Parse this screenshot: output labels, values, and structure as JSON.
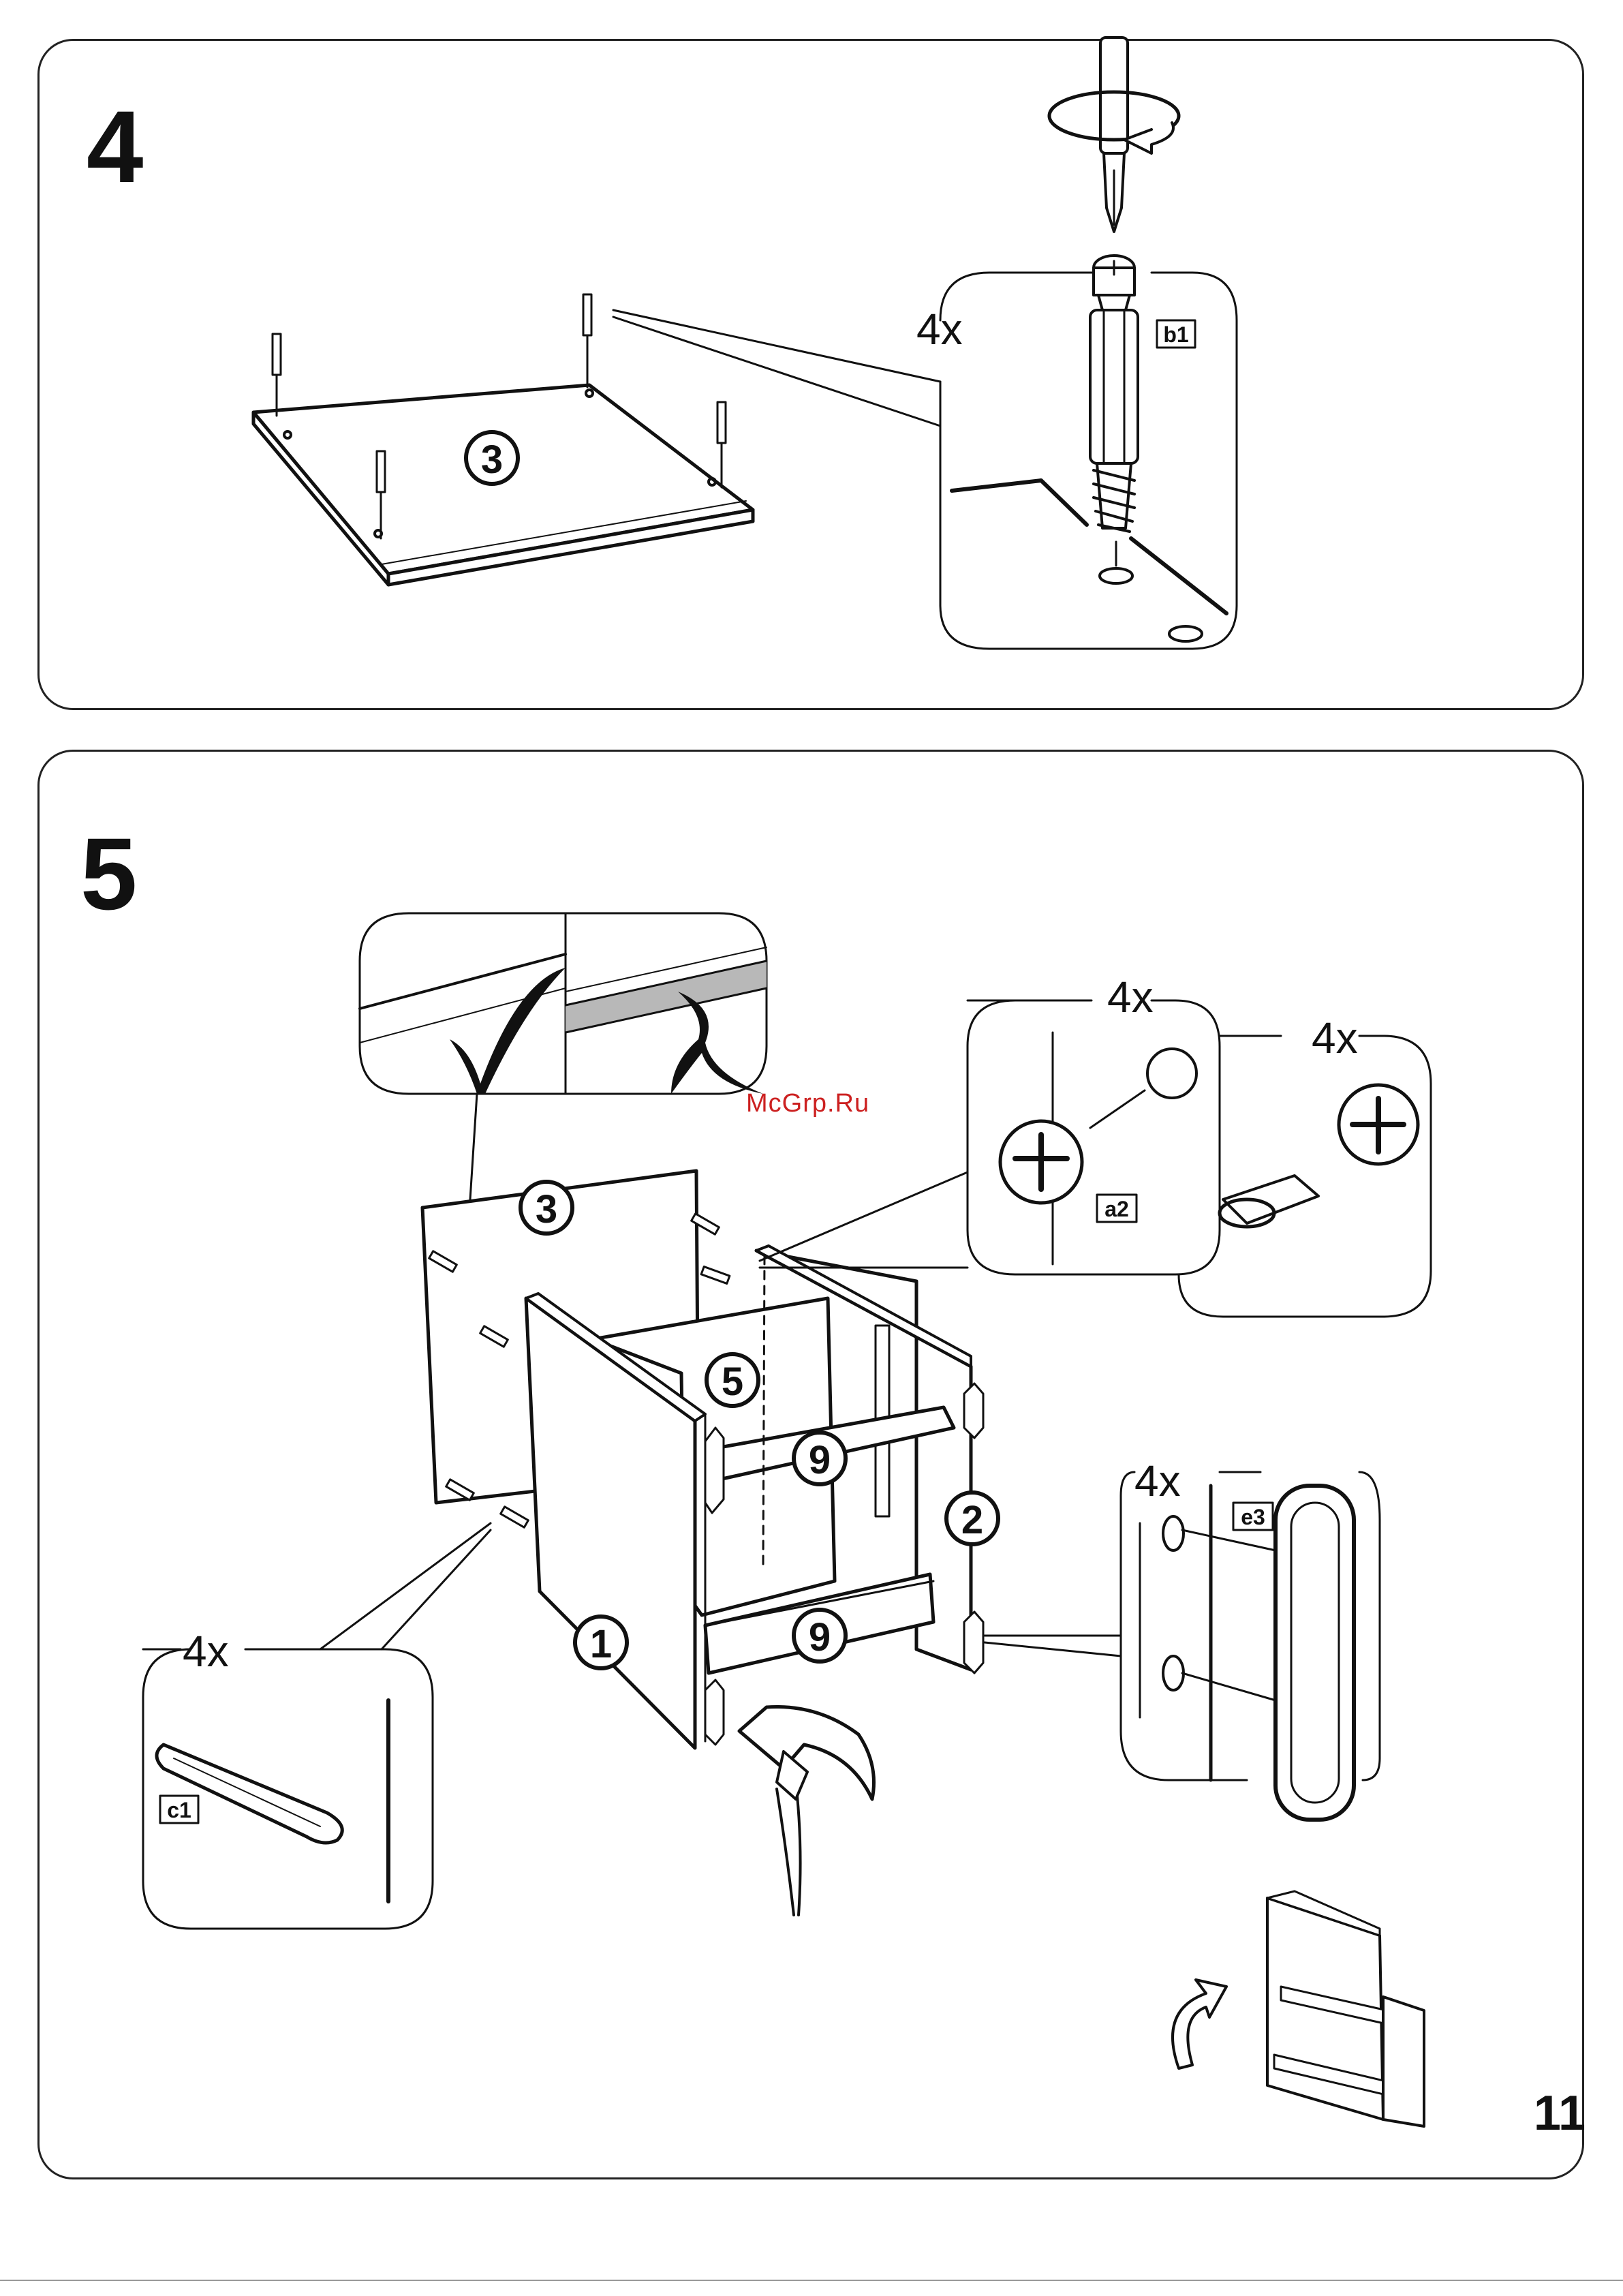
{
  "steps": [
    {
      "number": "4",
      "board_part": "3",
      "callout": {
        "quantity": "4x",
        "part_code": "b1"
      }
    },
    {
      "number": "5",
      "panels": [
        "3",
        "5",
        "9",
        "2",
        "1",
        "9"
      ],
      "callouts": [
        {
          "quantity": "4x",
          "part_code": "a2"
        },
        {
          "quantity": "4x",
          "part_code": ""
        },
        {
          "quantity": "4x",
          "part_code": "e3"
        },
        {
          "quantity": "4x",
          "part_code": "c1"
        }
      ]
    }
  ],
  "watermark": "McGrp.Ru",
  "page_number": "11",
  "icons": [
    "screwdriver-icon",
    "rotate-arrow-icon",
    "cam-bolt-icon",
    "check-mark-icon",
    "cross-mark-icon",
    "hammer-icon",
    "dowel-icon",
    "cam-lock-icon",
    "handle-icon",
    "flip-arrow-icon"
  ],
  "colors": {
    "line": "#111111",
    "panel_border": "#222222",
    "watermark": "#cc2020",
    "edge_strip": "#b8b8b8"
  }
}
